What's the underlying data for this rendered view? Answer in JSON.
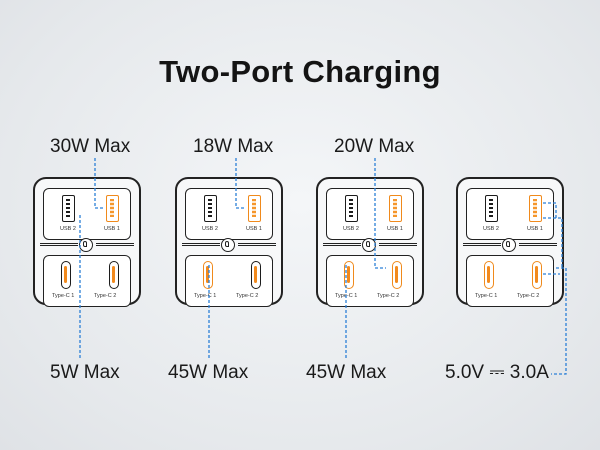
{
  "title": "Two-Port Charging",
  "port_labels": {
    "usb2": "USB 2",
    "usb1": "USB 1",
    "typec1": "Type-C 1",
    "typec2": "Type-C 2"
  },
  "configs": [
    {
      "top_label": "30W Max",
      "bottom_label": "5W Max",
      "active_ports": [
        "USB 1",
        "USB 2"
      ]
    },
    {
      "top_label": "18W Max",
      "bottom_label": "45W Max",
      "active_ports": [
        "USB 1",
        "Type-C 1"
      ]
    },
    {
      "top_label": "20W Max",
      "bottom_label": "45W Max",
      "active_ports": [
        "Type-C 1",
        "Type-C 2"
      ]
    },
    {
      "top_label": "",
      "bottom_label": "5.0V ⎓ 3.0A",
      "active_ports": [
        "USB 1",
        "Type-C 1",
        "Type-C 2"
      ]
    }
  ],
  "colors": {
    "accent": "#f08a1c",
    "leader_line": "#2b7fd6",
    "outline": "#222222"
  }
}
